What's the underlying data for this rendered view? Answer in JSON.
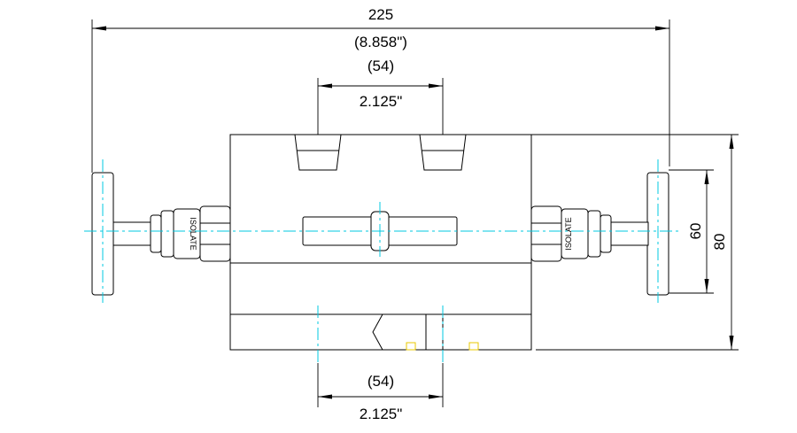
{
  "dimensions": {
    "overall_mm": "225",
    "overall_in": "(8.858\")",
    "top_spacing_mm": "(54)",
    "top_spacing_in": "2.125\"",
    "bottom_spacing_mm": "(54)",
    "bottom_spacing_in": "2.125\"",
    "height_inner": "60",
    "height_outer": "80"
  },
  "labels": {
    "left_valve": "ISOLATE",
    "right_valve": "ISOLATE"
  },
  "colors": {
    "centerline": "#00c8e0",
    "marker": "#e8c800",
    "line": "#000000"
  }
}
